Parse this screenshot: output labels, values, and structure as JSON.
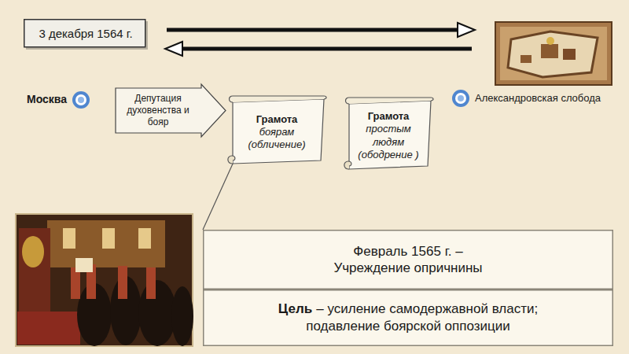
{
  "diagram": {
    "nodes": [
      {
        "text": [
          "3 декабря 1564 г."
        ]
      },
      {
        "text": [
          "Москва"
        ]
      },
      {
        "text": [
          "Александровская слобода"
        ]
      },
      {
        "text": [
          "Депутация духовенства и бояр"
        ]
      },
      {
        "text": [
          "Грамота",
          "боярам (обличение)"
        ]
      },
      {
        "text": [
          "Грамота",
          "простым людям (ободрение )"
        ]
      },
      {
        "text": [
          "Февраль 1565 г. – Учреждение опричнины"
        ]
      },
      {
        "text": [
          "Цель",
          "– усиление самодержавной власти; подавление боярской оппозиции"
        ]
      }
    ],
    "edges": [
      {
        "from": 4,
        "to": 6,
        "arrow": "none"
      }
    ]
  }
}
